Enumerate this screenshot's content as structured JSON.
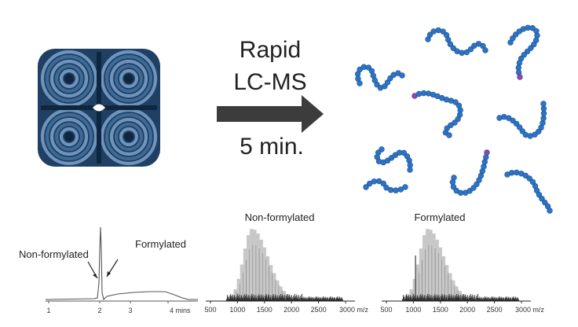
{
  "arrow_label_line1": "Rapid",
  "arrow_label_line2": "LC-MS",
  "arrow_label_time": "5 min.",
  "colors": {
    "protein": "#3e6a96",
    "protein_dark": "#1f3f63",
    "bead": "#2d74c4",
    "bead_edge": "#1a4f8f",
    "modified_bead": "#a03fb0",
    "arrow": "#3c3c3c",
    "trace": "#555555",
    "spectrum_gray": "#c8c8c8",
    "spectrum_dark": "#2a2a2a"
  },
  "chromatogram": {
    "label_non_formylated": "Non-formylated",
    "label_formylated": "Formylated",
    "ticks": [
      "1",
      "2",
      "3",
      "4 mins"
    ],
    "tick_values": [
      1,
      2,
      3,
      4
    ]
  },
  "spectrum_left": {
    "title": "Non-formylated",
    "ticks": [
      "500",
      "1000",
      "1500",
      "2000",
      "2500",
      "3000 m/z"
    ],
    "tick_values": [
      500,
      1000,
      1500,
      2000,
      2500,
      3000
    ]
  },
  "spectrum_right": {
    "title": "Formylated",
    "ticks": [
      "500",
      "1000",
      "1500",
      "2000",
      "2500",
      "3000 m/z"
    ],
    "tick_values": [
      500,
      1000,
      1500,
      2000,
      2500,
      3000
    ]
  },
  "icons": {
    "protein": "protein-tetramer-icon",
    "arrow": "right-arrow-icon",
    "peptides": "peptide-chain-icon"
  }
}
